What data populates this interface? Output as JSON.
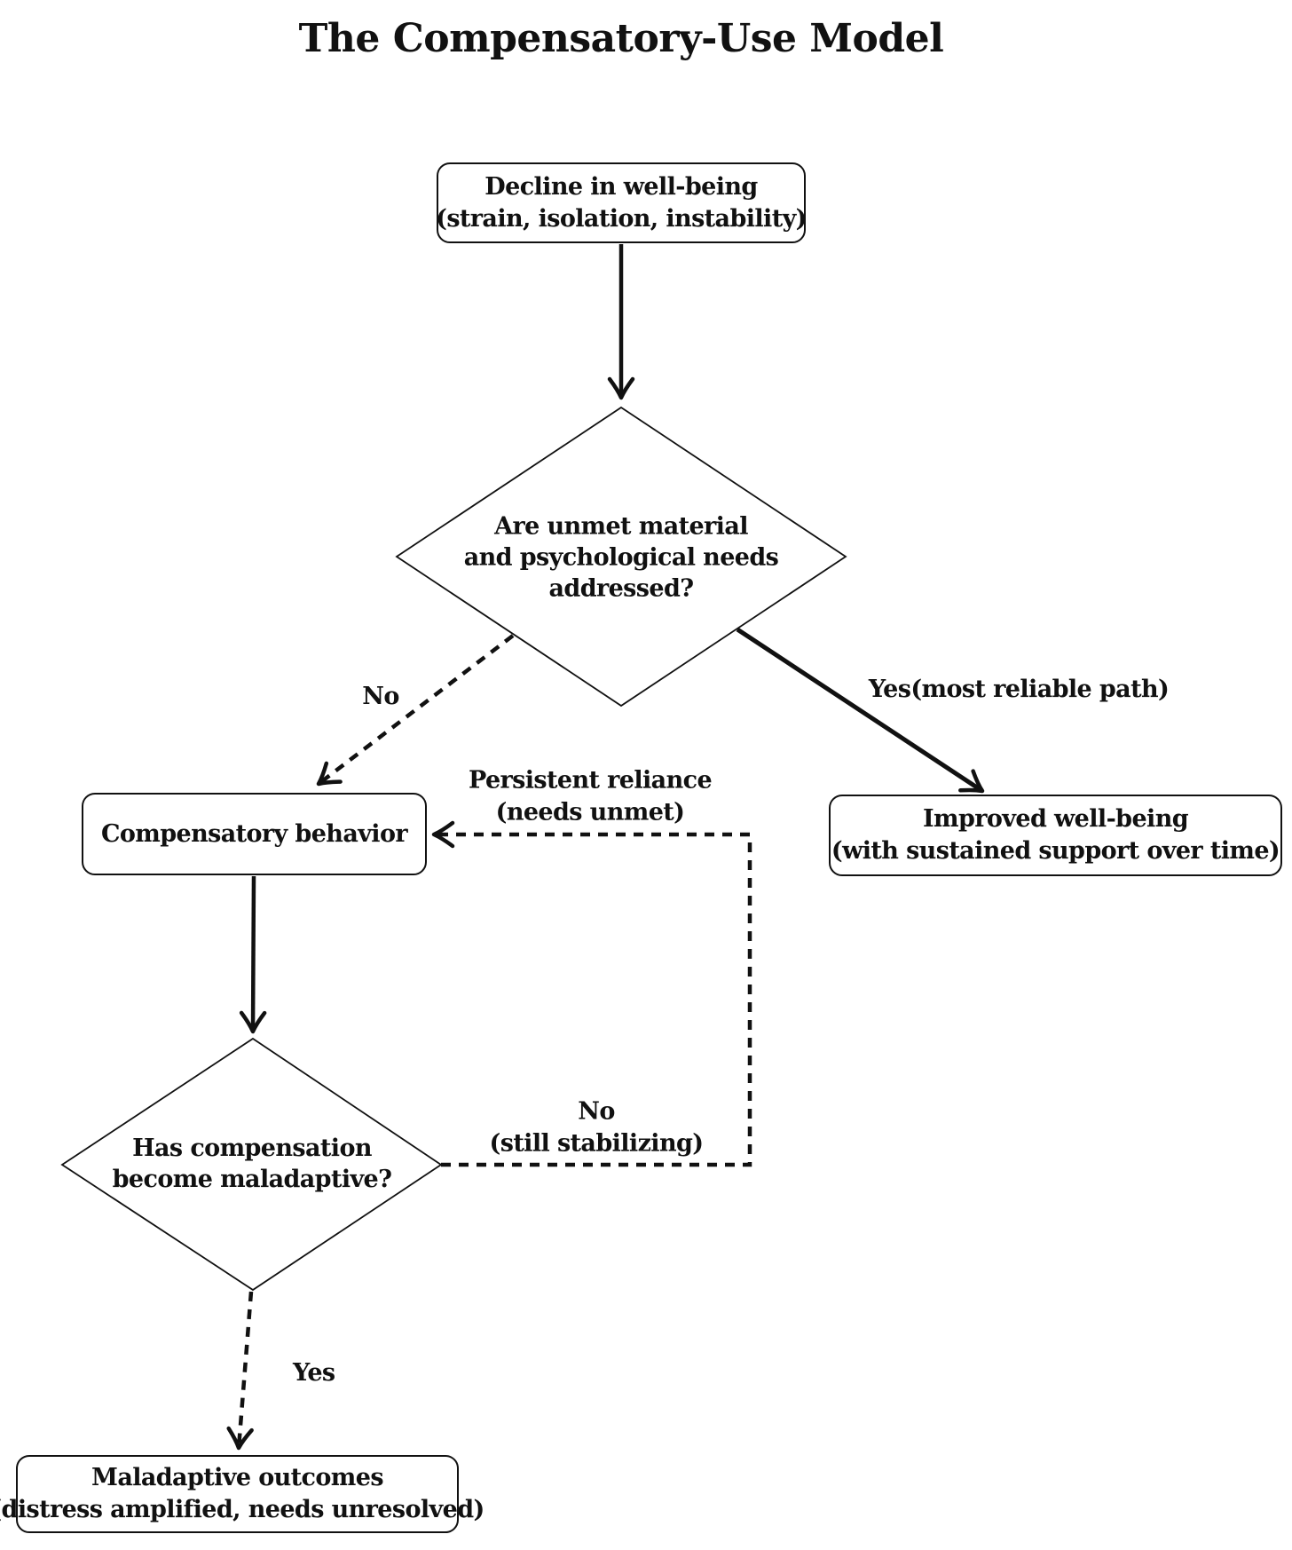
{
  "title": "The Compensatory-Use Model",
  "nodes": {
    "decline": {
      "line1": "Decline in well-being",
      "line2": "(strain, isolation, instability)"
    },
    "needs_decision": {
      "line1": "Are unmet material",
      "line2": "and psychological needs",
      "line3": "addressed?"
    },
    "compensatory": {
      "label": "Compensatory behavior"
    },
    "improved": {
      "line1": "Improved well-being",
      "line2": "(with sustained support over time)"
    },
    "maladaptive_decision": {
      "line1": "Has compensation",
      "line2": "become maladaptive?"
    },
    "maladaptive": {
      "line1": "Maladaptive outcomes",
      "line2": "(distress amplified, needs unresolved)"
    }
  },
  "edge_labels": {
    "no_top": "No",
    "yes_reliable": "Yes(most reliable path)",
    "persistent_line1": "Persistent reliance",
    "persistent_line2": "(needs unmet)",
    "still_line1": "No",
    "still_line2": "(still stabilizing)",
    "yes_bottom": "Yes"
  },
  "colors": {
    "ink": "#111111",
    "background": "#ffffff"
  }
}
